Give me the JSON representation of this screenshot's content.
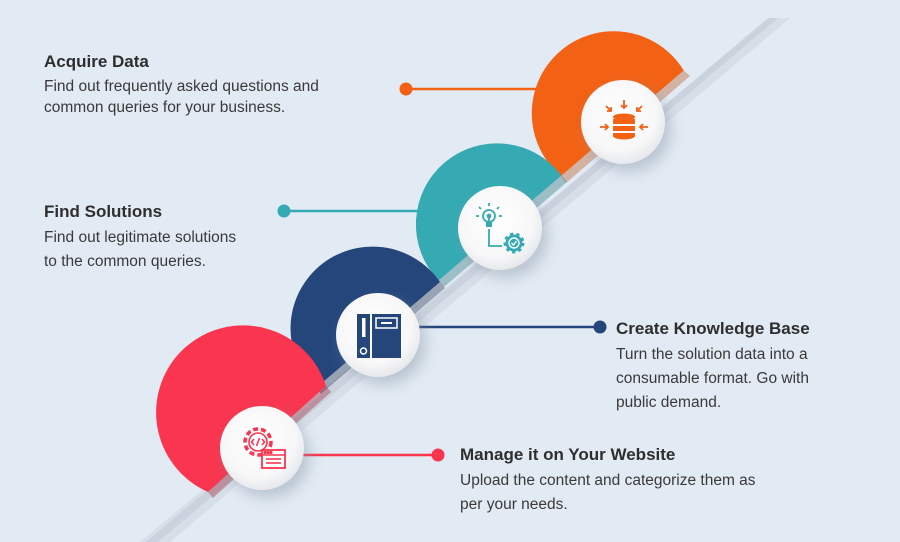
{
  "diagram": {
    "background": "#e2eaf3",
    "steps": [
      {
        "title": "Acquire Data",
        "description_lines": [
          "Find out frequently asked questions and",
          "common queries for your business."
        ],
        "color": "#f26114",
        "icon": "database-inflow-icon"
      },
      {
        "title": "Find Solutions",
        "description_lines": [
          "Find out legitimate solutions",
          "to the common queries."
        ],
        "color": "#35aab3",
        "icon": "lightbulb-gear-icon"
      },
      {
        "title": "Create Knowledge Base",
        "description_lines": [
          "Turn the solution data into a",
          "consumable format. Go with",
          "public demand."
        ],
        "color": "#24467b",
        "icon": "binder-folder-icon"
      },
      {
        "title": "Manage it on Your Website",
        "description_lines": [
          "Upload the content and categorize them as",
          "per your needs."
        ],
        "color": "#f9354f",
        "icon": "code-gear-webpage-icon"
      }
    ]
  }
}
